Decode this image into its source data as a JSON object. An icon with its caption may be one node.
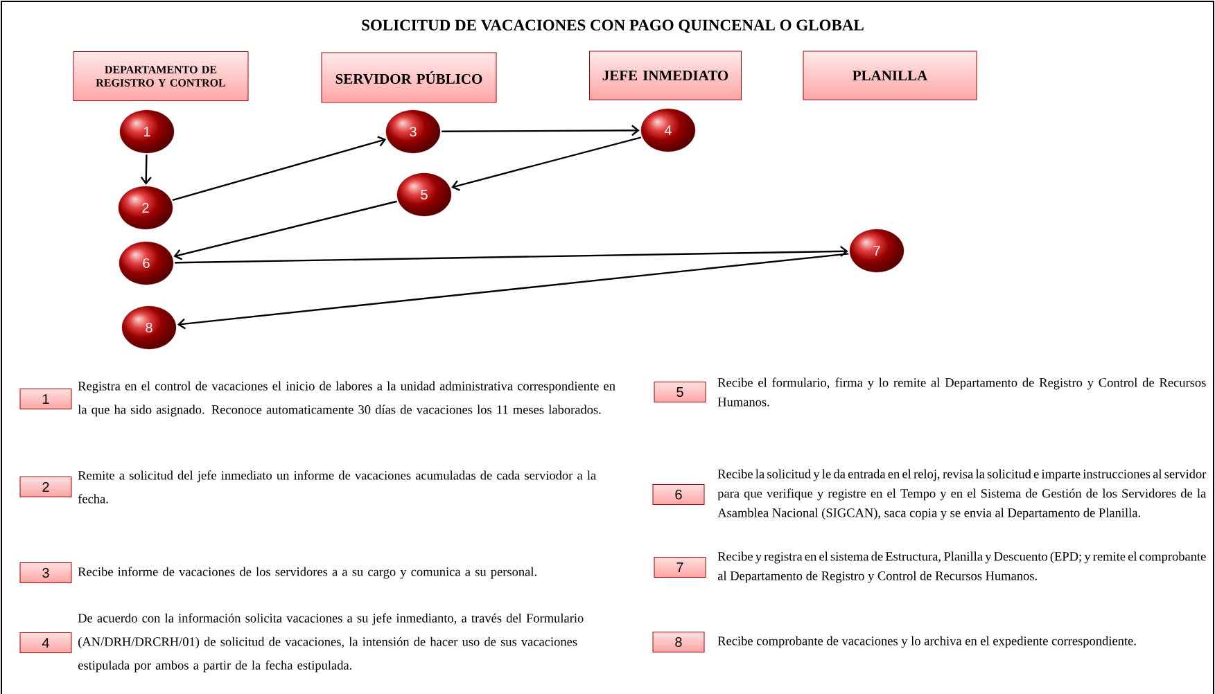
{
  "diagram": {
    "title": "SOLICITUD DE VACACIONES CON PAGO QUINCENAL O GLOBAL",
    "nodes": [
      {
        "text": [
          "DEPARTAMENTO DE REGISTRO Y CONTROL"
        ]
      },
      {
        "text": [
          "SERVIDOR PÚBLICO"
        ]
      },
      {
        "text": [
          "JEFE INMEDIATO"
        ]
      },
      {
        "text": [
          "PLANILLA"
        ]
      },
      {
        "text": [
          "1"
        ]
      },
      {
        "text": [
          "2"
        ]
      },
      {
        "text": [
          "3"
        ]
      },
      {
        "text": [
          "4"
        ]
      },
      {
        "text": [
          "5"
        ]
      },
      {
        "text": [
          "6"
        ]
      },
      {
        "text": [
          "7"
        ]
      },
      {
        "text": [
          "8"
        ]
      },
      {
        "text": [
          "1"
        ],
        "beside": [
          "Registra en el control de vacaciones el inicio de labores a la unidad administrativa correspondiente en la que ha sido asignado. Reconoce automaticamente 30 días de vacaciones los 11 meses laborados."
        ]
      },
      {
        "text": [
          "2"
        ],
        "beside": [
          "Remite a solicitud del jefe inmediato un informe de vacaciones acumuladas de cada serviodor a la fecha."
        ]
      },
      {
        "text": [
          "3"
        ],
        "beside": [
          "Recibe informe de vacaciones de los servidores a a su cargo y comunica a su personal."
        ]
      },
      {
        "text": [
          "4"
        ],
        "beside": [
          "De acuerdo con la información solicita vacaciones a su jefe inmedianto, a través del Formulario (AN/DRH/DRCRH/01) de solicitud de vacaciones, la intensión de hacer uso de sus vacaciones estipulada por ambos a partir de la fecha estipulada."
        ]
      },
      {
        "text": [
          "5"
        ],
        "beside": [
          "Recibe el formulario, firma y lo remite al Departamento de Registro y Control de Recursos Humanos."
        ]
      },
      {
        "text": [
          "6"
        ],
        "beside": [
          "Recibe la solicitud y le da entrada en el reloj, revisa la solicitud e imparte instrucciones al servidor para que verifique y registre en el Tempo y en el Sistema de Gestión de los Servidores de la Asamblea Nacional (SIGCAN), saca copia y se envia al Departamento de Planilla."
        ]
      },
      {
        "text": [
          "7"
        ],
        "beside": [
          "Recibe y registra en el sistema de Estructura, Planilla y Descuento (EPD; y remite el comprobante al Departamento de Registro y Control de Recursos Humanos."
        ]
      },
      {
        "text": [
          "8"
        ],
        "beside": [
          "Recibe comprobante de vacaciones y lo archiva en el expediente correspondiente."
        ]
      }
    ],
    "edges": [
      {
        "from": 4,
        "to": 5,
        "arrow": "to"
      },
      {
        "from": 5,
        "to": 6,
        "arrow": "to"
      },
      {
        "from": 6,
        "to": 7,
        "arrow": "to"
      },
      {
        "from": 7,
        "to": 8,
        "arrow": "to"
      },
      {
        "from": 8,
        "to": 9,
        "arrow": "to"
      },
      {
        "from": 9,
        "to": 10,
        "arrow": "to"
      },
      {
        "from": 10,
        "to": 11,
        "arrow": "to"
      }
    ]
  }
}
